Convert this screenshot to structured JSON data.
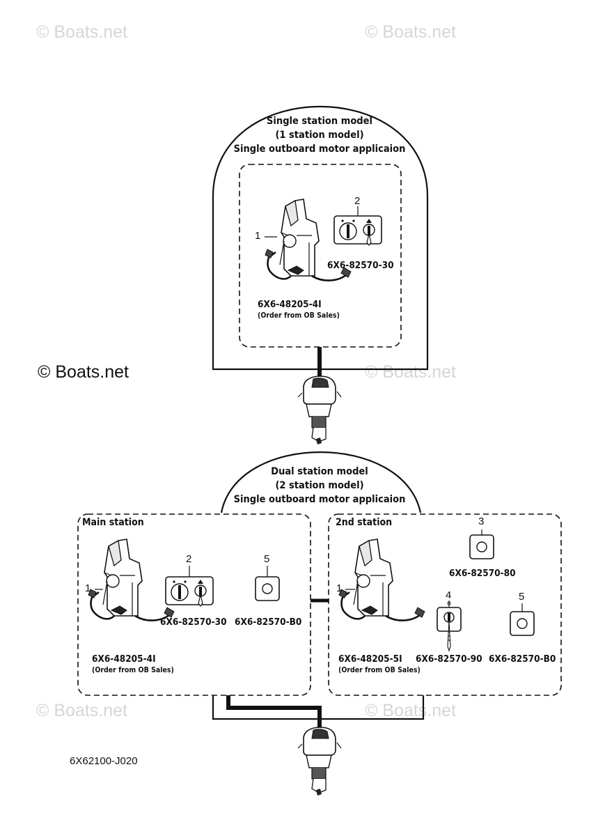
{
  "watermark": {
    "text": "© Boats.net"
  },
  "single_station": {
    "title_line1": "Single station model",
    "title_line2": "(1 station model)",
    "title_line3": "Single outboard motor applicaion",
    "part1": {
      "callout": "1",
      "number": "6X6-48205-4I",
      "note": "(Order from OB Sales)"
    },
    "part2": {
      "callout": "2",
      "number": "6X6-82570-30"
    }
  },
  "dual_station": {
    "title_line1": "Dual station model",
    "title_line2": "(2 station model)",
    "title_line3": "Single outboard motor applicaion",
    "main_station": {
      "label": "Main station",
      "part1": {
        "callout": "1",
        "number": "6X6-48205-4I",
        "note": "(Order from OB Sales)"
      },
      "part2": {
        "callout": "2",
        "number": "6X6-82570-30"
      },
      "part5": {
        "callout": "5",
        "number": "6X6-82570-B0"
      }
    },
    "second_station": {
      "label": "2nd station",
      "part1": {
        "callout": "1",
        "number": "6X6-48205-5I",
        "note": "(Order from OB Sales)"
      },
      "part3": {
        "callout": "3",
        "number": "6X6-82570-80"
      },
      "part4": {
        "callout": "4",
        "number": "6X6-82570-90"
      },
      "part5": {
        "callout": "5",
        "number": "6X6-82570-B0"
      }
    }
  },
  "diagram_code": "6X62100-J020",
  "icons": {
    "remote_control": "remote-control-box-icon",
    "switch_panel": "switch-panel-icon",
    "button": "push-button-icon",
    "key_switch": "key-switch-icon",
    "outboard": "outboard-motor-icon"
  }
}
